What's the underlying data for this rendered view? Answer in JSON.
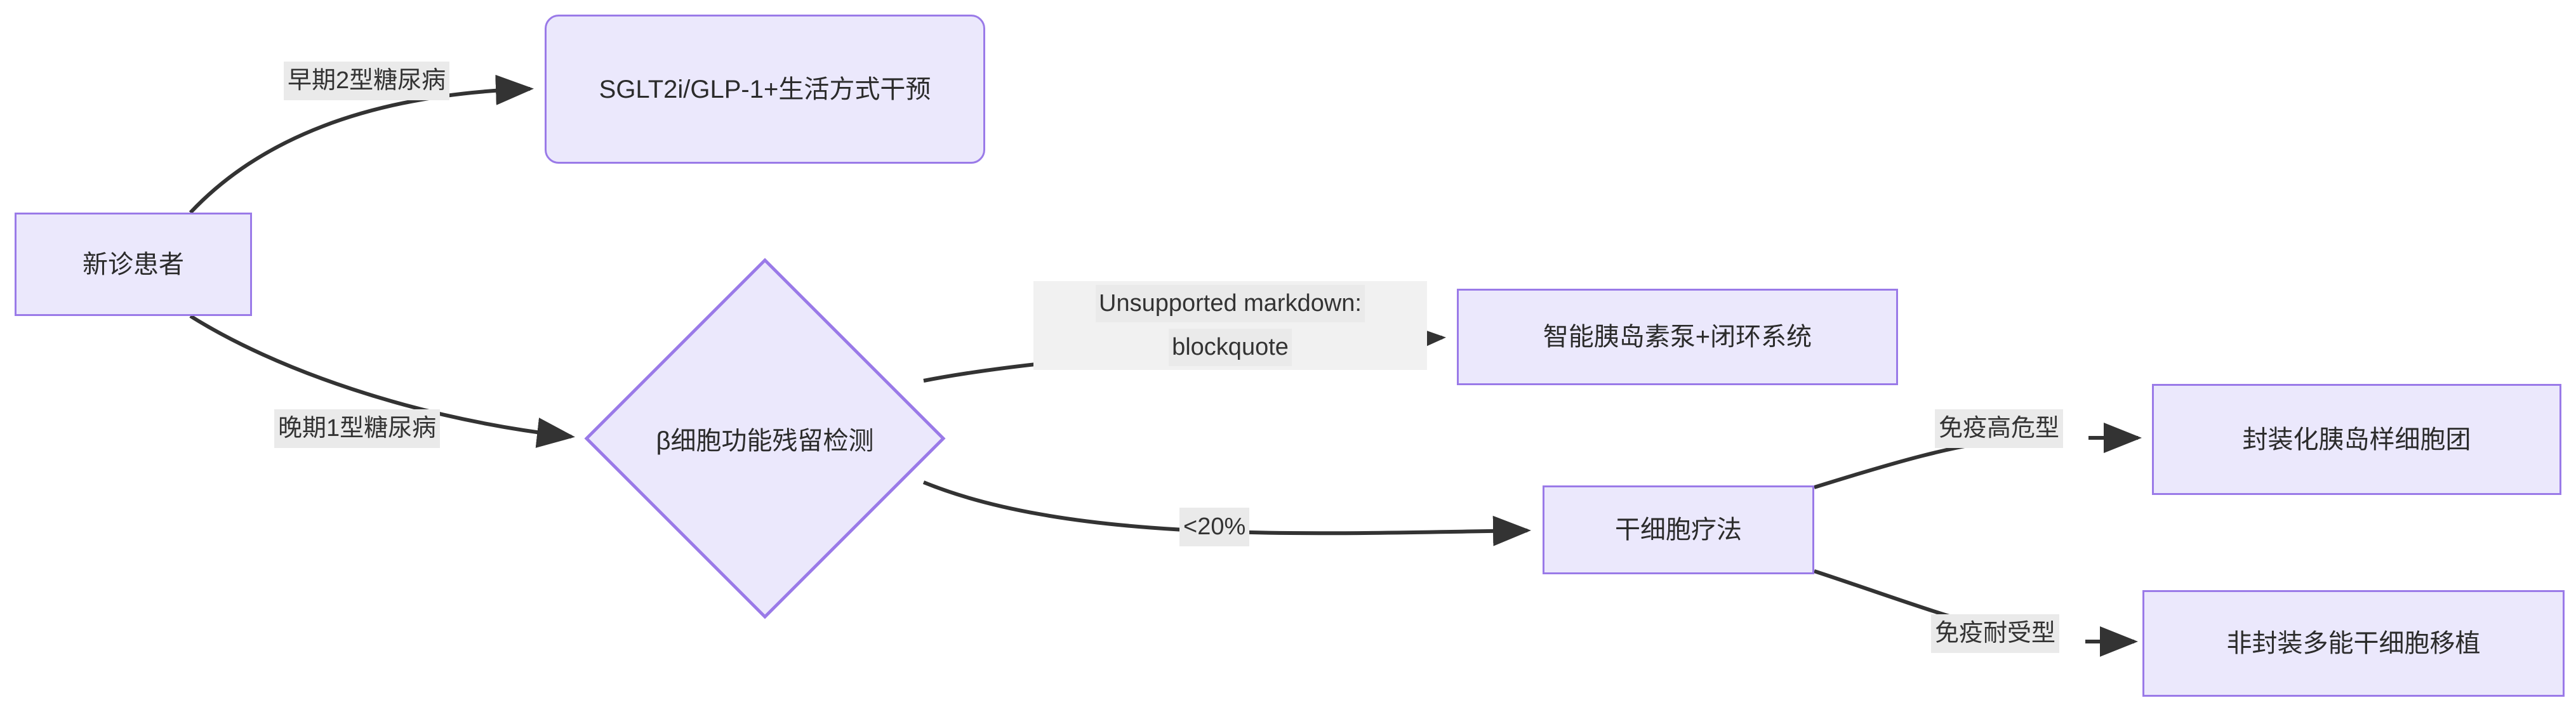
{
  "diagram": {
    "type": "flowchart",
    "direction": "left-to-right",
    "theme": {
      "node_fill": "#ebe8fc",
      "node_stroke": "#9a7ae8",
      "text_color": "#2b2b2b",
      "edge_color": "#333333",
      "edge_label_bg": "#eaeaea",
      "background": "#ffffff"
    },
    "nodes": [
      {
        "id": "n1",
        "label": "新诊患者",
        "shape": "rect"
      },
      {
        "id": "n2",
        "label": "SGLT2i/GLP-1+生活方式干预",
        "shape": "rounded-rect"
      },
      {
        "id": "n3",
        "label": "β细胞功能残留检测",
        "shape": "diamond"
      },
      {
        "id": "n4",
        "label": "智能胰岛素泵+闭环系统",
        "shape": "rect"
      },
      {
        "id": "n5",
        "label": "干细胞疗法",
        "shape": "rect"
      },
      {
        "id": "n6",
        "label": "封装化胰岛样细胞团",
        "shape": "rect"
      },
      {
        "id": "n7",
        "label": "非封装多能干细胞移植",
        "shape": "rect"
      }
    ],
    "edges": [
      {
        "from": "n1",
        "to": "n2",
        "label": "早期2型糖尿病"
      },
      {
        "from": "n1",
        "to": "n3",
        "label": "晚期1型糖尿病"
      },
      {
        "from": "n3",
        "to": "n4",
        "label_line1": "Unsupported markdown:",
        "label_line2": "blockquote"
      },
      {
        "from": "n3",
        "to": "n5",
        "label": "<20%"
      },
      {
        "from": "n5",
        "to": "n6",
        "label": "免疫高危型"
      },
      {
        "from": "n5",
        "to": "n7",
        "label": "免疫耐受型"
      }
    ]
  }
}
